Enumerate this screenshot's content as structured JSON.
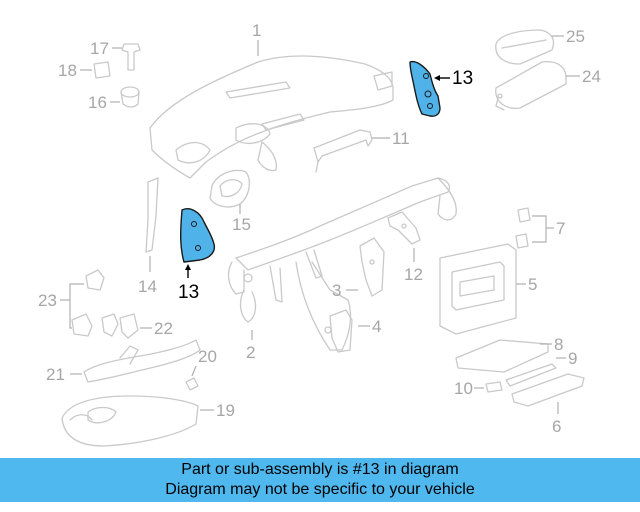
{
  "callouts": {
    "c1": "1",
    "c2": "2",
    "c3": "3",
    "c4": "4",
    "c5": "5",
    "c6": "6",
    "c7": "7",
    "c8": "8",
    "c9": "9",
    "c10": "10",
    "c11": "11",
    "c12": "12",
    "c13a": "13",
    "c13b": "13",
    "c14": "14",
    "c15": "15",
    "c16": "16",
    "c17": "17",
    "c18": "18",
    "c19": "19",
    "c20": "20",
    "c21": "21",
    "c22": "22",
    "c23": "23",
    "c24": "24",
    "c25": "25"
  },
  "highlight_color": "#4fb3ea",
  "banner": {
    "line1": "Part or sub-assembly is #13 in diagram",
    "line2": "Diagram may not be specific to your vehicle",
    "color": "#4fb8ef"
  }
}
